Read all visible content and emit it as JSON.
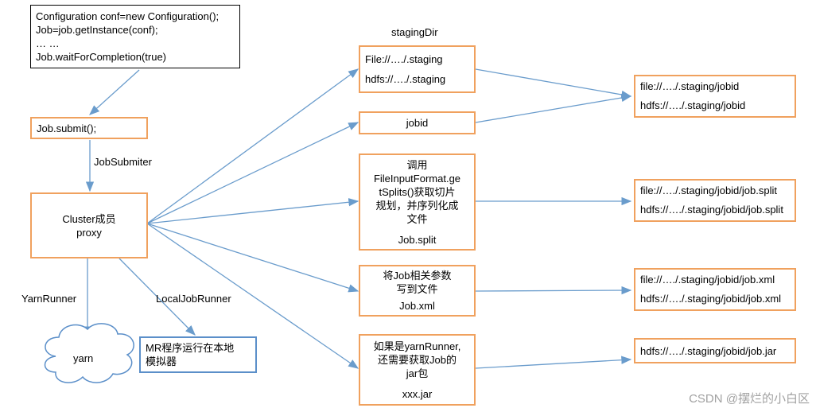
{
  "code_block": {
    "lines": [
      "Configuration conf=new Configuration();",
      "Job=job.getInstance(conf);",
      "… …",
      "Job.waitForCompletion(true)"
    ]
  },
  "submit_box": {
    "text": "Job.submit();"
  },
  "jobsubmiter_label": "JobSubmiter",
  "cluster_box": {
    "line1": "Cluster成员",
    "line2": "proxy"
  },
  "yarnrunner_label": "YarnRunner",
  "localjobrunner_label": "LocalJobRunner",
  "yarn_cloud": {
    "text": "yarn"
  },
  "mr_local_box": {
    "lines": [
      "MR程序运行在本地",
      "模拟器"
    ]
  },
  "stagingdir_label": "stagingDir",
  "staging_box": {
    "lines": [
      "File://…./.staging",
      "hdfs://…./.staging"
    ]
  },
  "jobid_box": {
    "text": "jobid"
  },
  "split_box": {
    "lines": [
      "调用",
      "FileInputFormat.ge",
      "tSplits()获取切片",
      "规划，并序列化成",
      "文件",
      "Job.split"
    ]
  },
  "xml_box": {
    "lines": [
      "将Job相关参数",
      "写到文件",
      "Job.xml"
    ]
  },
  "jar_box": {
    "lines": [
      "如果是yarnRunner,",
      "还需要获取Job的",
      "jar包",
      "xxx.jar"
    ]
  },
  "result_jobid": {
    "lines": [
      "file://…./.staging/jobid",
      "hdfs://…./.staging/jobid"
    ]
  },
  "result_split": {
    "lines": [
      "file://…./.staging/jobid/job.split",
      "hdfs://…./.staging/jobid/job.split"
    ]
  },
  "result_xml": {
    "lines": [
      "file://…./.staging/jobid/job.xml",
      "hdfs://…./.staging/jobid/job.xml"
    ]
  },
  "result_jar": {
    "lines": [
      "hdfs://…./.staging/jobid/job.jar"
    ]
  },
  "watermark": "CSDN @摆烂的小白区",
  "colors": {
    "orange": "#f0a15e",
    "blue": "#5b8fc9",
    "arrow": "#6a9ccc"
  }
}
